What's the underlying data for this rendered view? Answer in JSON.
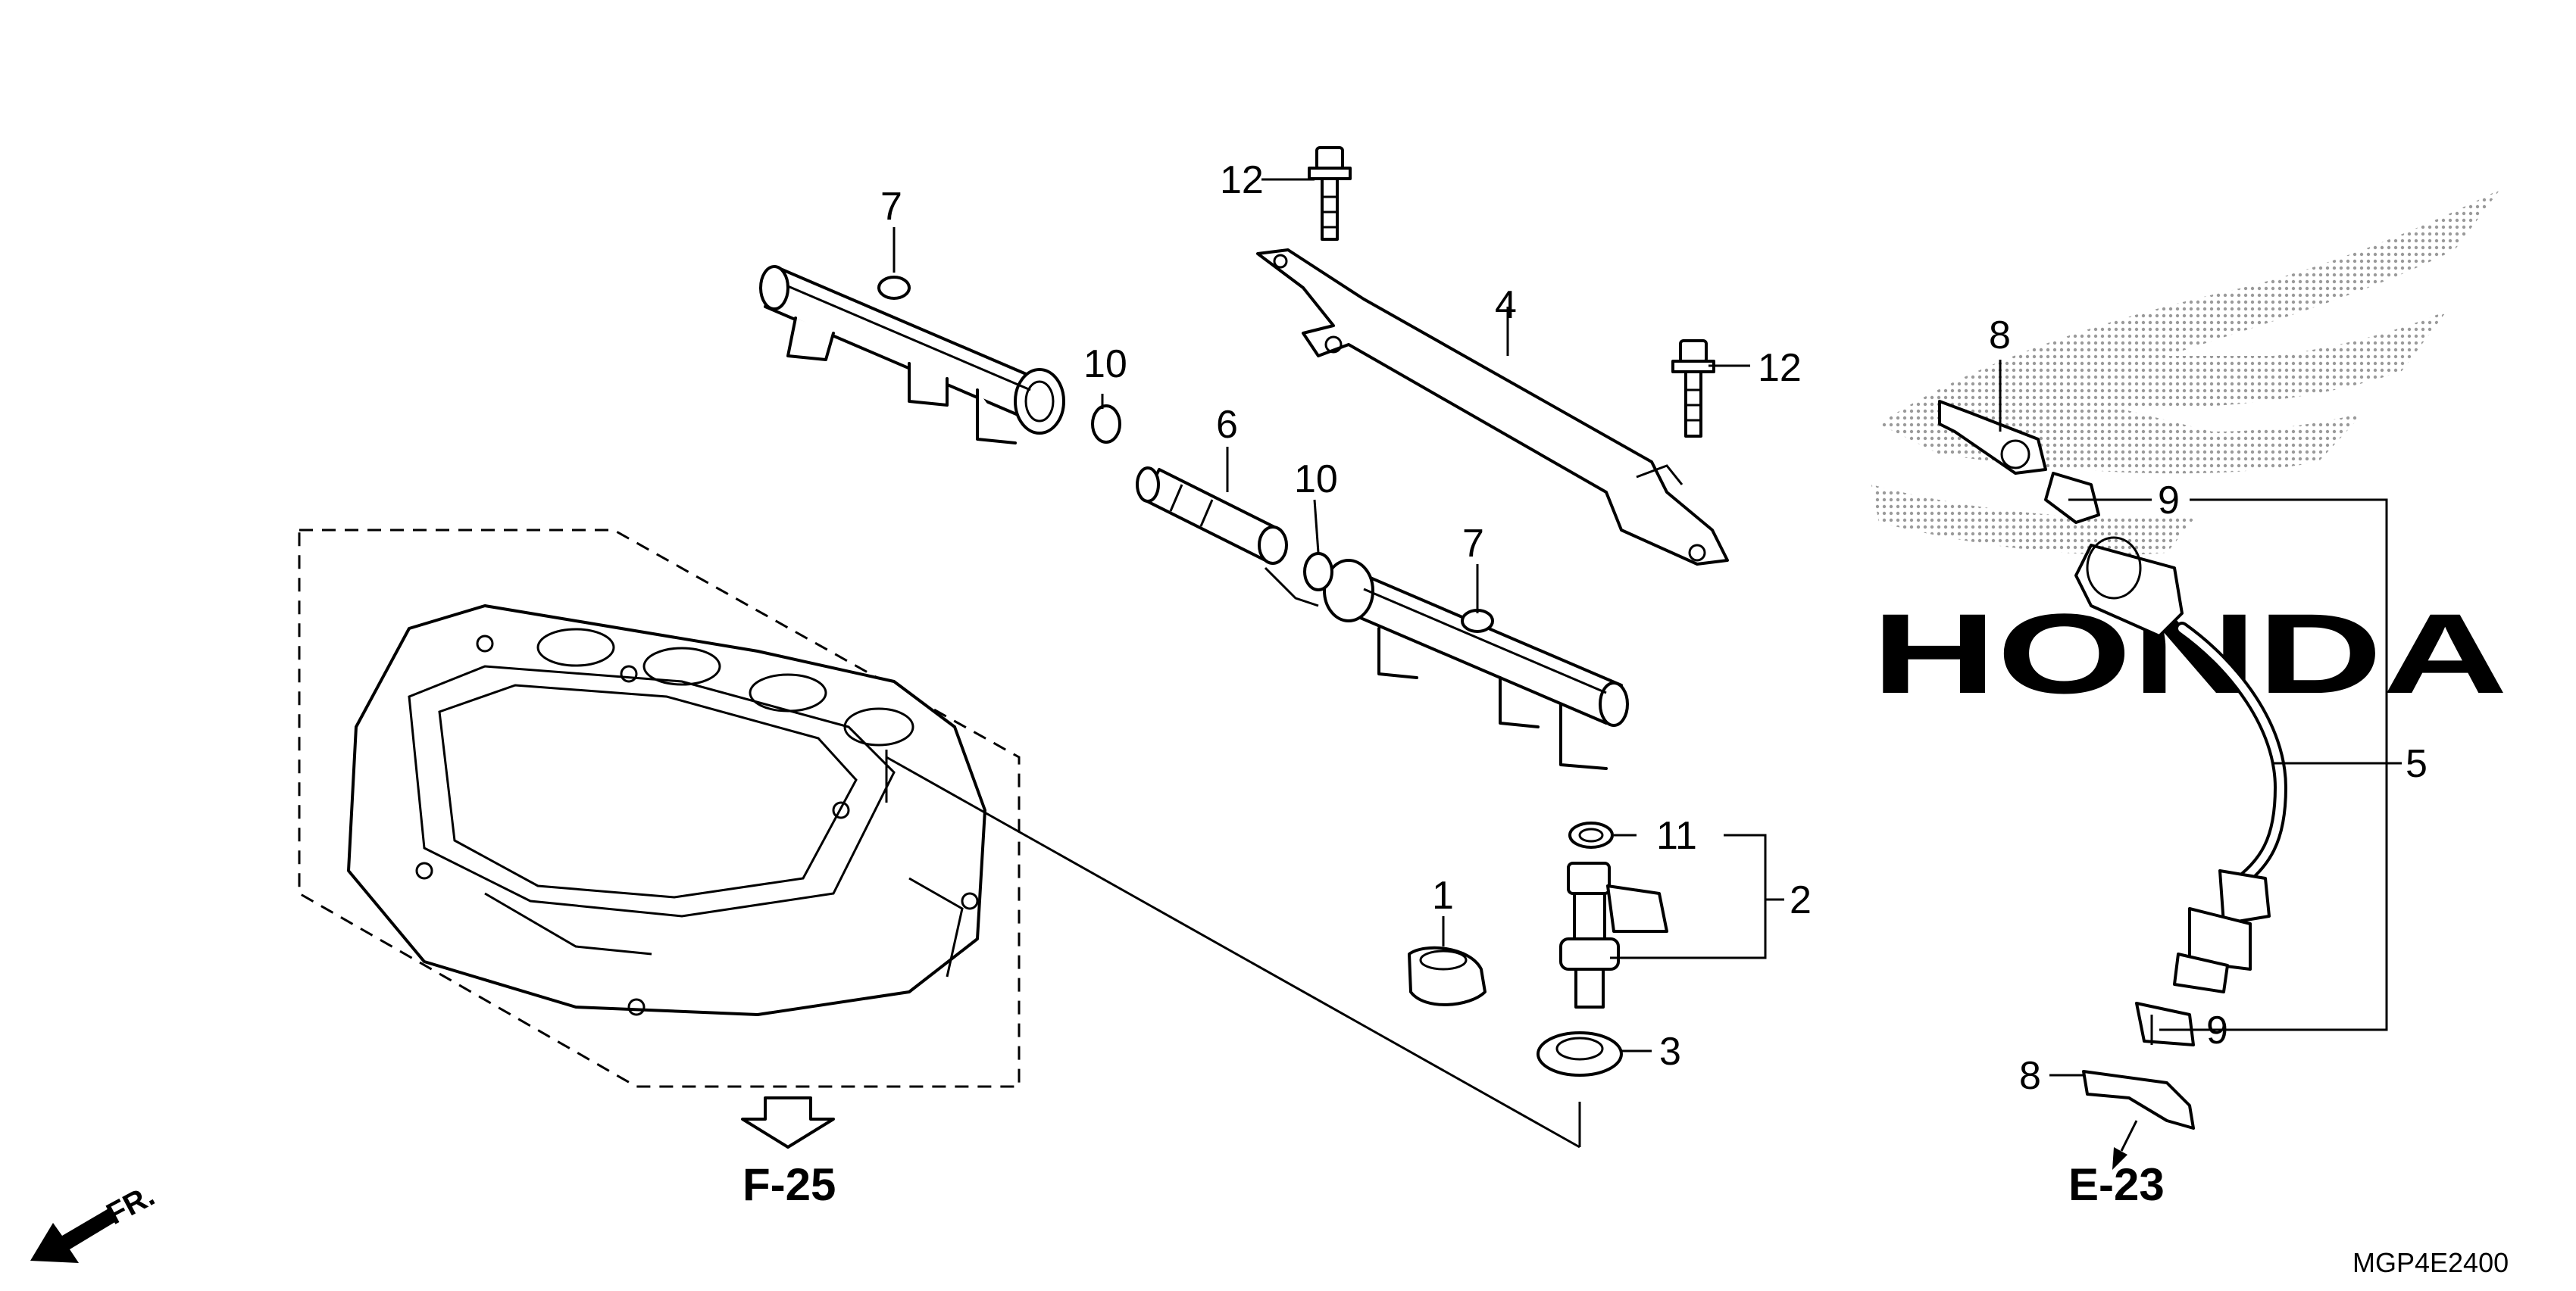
{
  "diagram": {
    "code": "MGP4E2400",
    "direction_label": "FR.",
    "refs": {
      "f25": "F-25",
      "e23": "E-23"
    },
    "watermark": "HONDA",
    "callouts": [
      {
        "id": "c1",
        "label": "1"
      },
      {
        "id": "c2",
        "label": "2"
      },
      {
        "id": "c3",
        "label": "3"
      },
      {
        "id": "c4",
        "label": "4"
      },
      {
        "id": "c5",
        "label": "5"
      },
      {
        "id": "c6",
        "label": "6"
      },
      {
        "id": "c7a",
        "label": "7"
      },
      {
        "id": "c7b",
        "label": "7"
      },
      {
        "id": "c8a",
        "label": "8"
      },
      {
        "id": "c8b",
        "label": "8"
      },
      {
        "id": "c9a",
        "label": "9"
      },
      {
        "id": "c9b",
        "label": "9"
      },
      {
        "id": "c10a",
        "label": "10"
      },
      {
        "id": "c10b",
        "label": "10"
      },
      {
        "id": "c11",
        "label": "11"
      },
      {
        "id": "c12a",
        "label": "12"
      },
      {
        "id": "c12b",
        "label": "12"
      }
    ],
    "colors": {
      "line": "#000000",
      "background": "#ffffff",
      "watermark": "#b0b0b0"
    }
  }
}
